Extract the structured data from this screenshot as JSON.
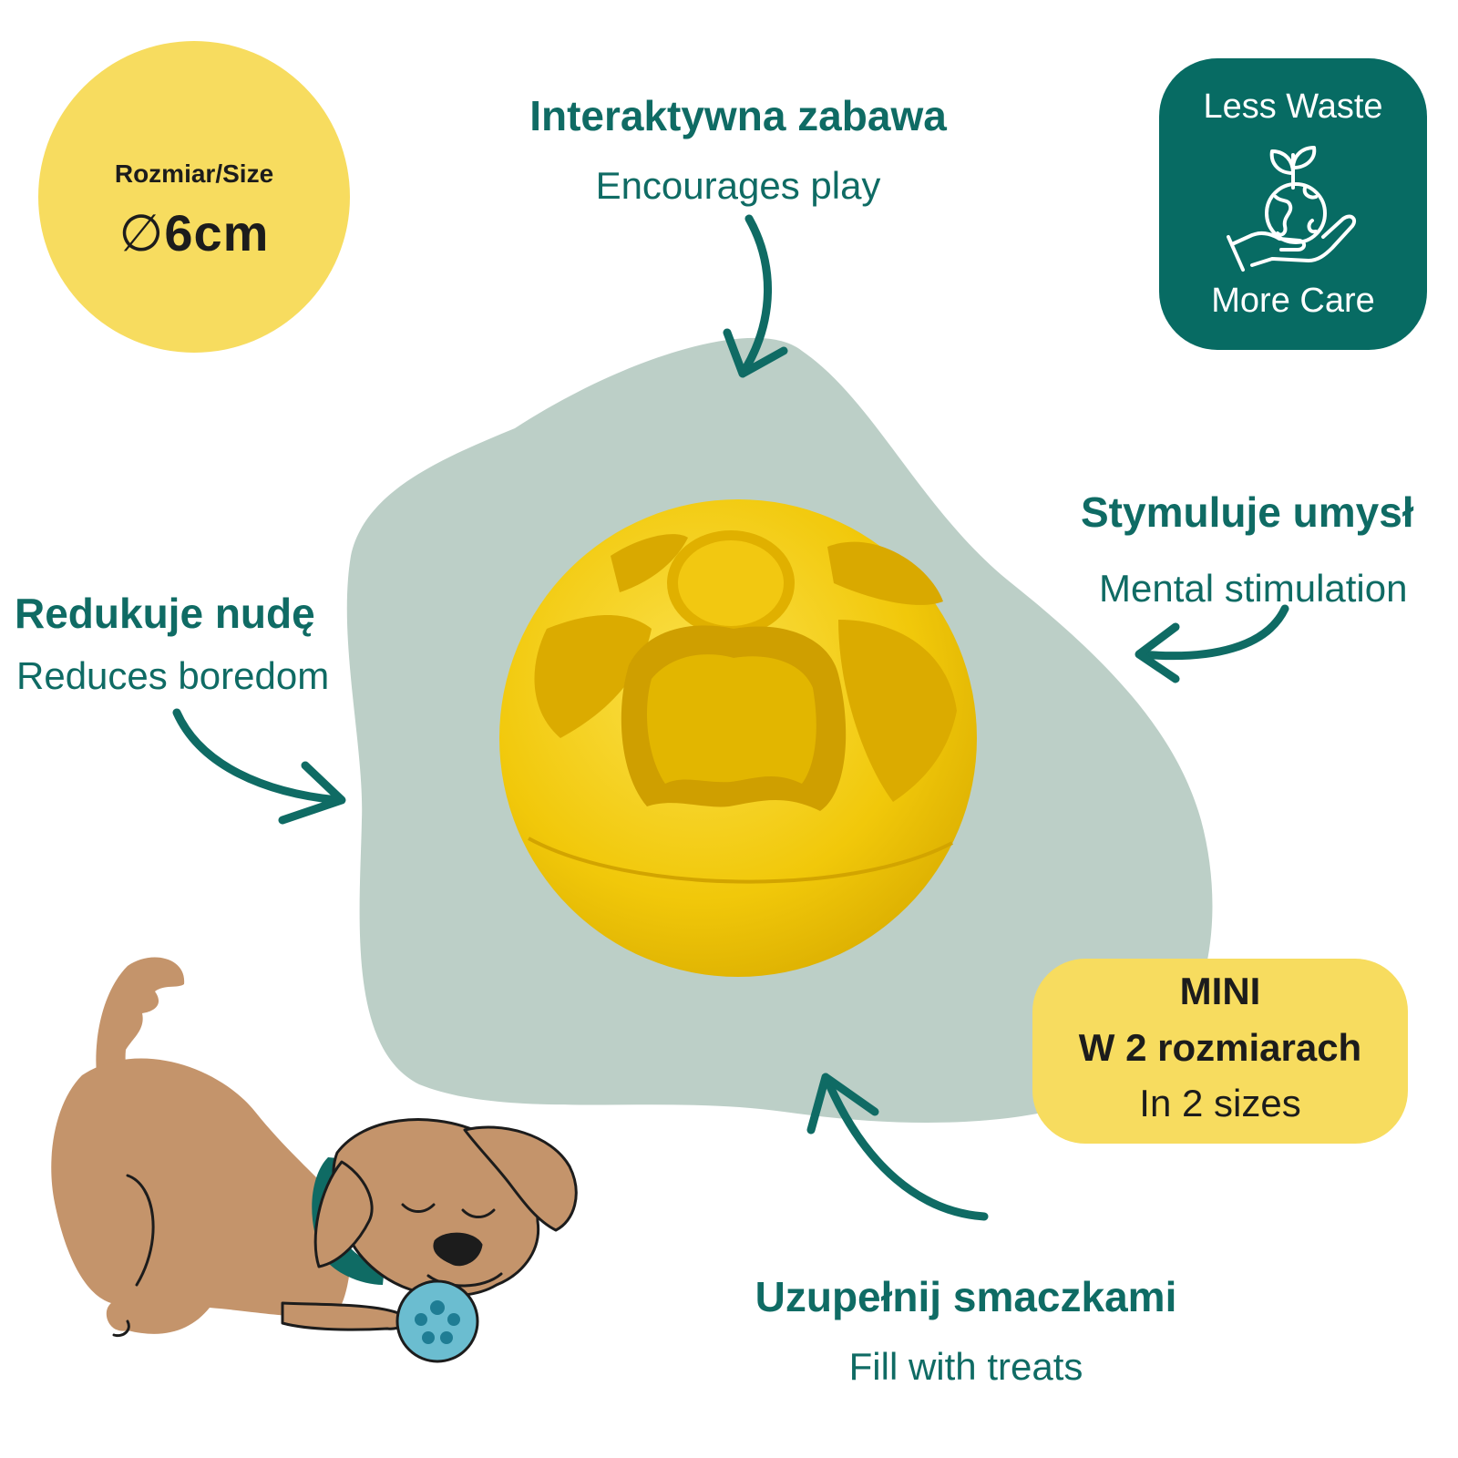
{
  "size_badge": {
    "label": "Rozmiar/Size",
    "diameter_symbol": "∅",
    "value": "6cm",
    "color": "#f7dc5f"
  },
  "eco_badge": {
    "top_text": "Less Waste",
    "bottom_text": "More Care",
    "icon": "plant-globe-hand-icon",
    "color": "#076b63"
  },
  "features": {
    "play": {
      "title": "Interaktywna zabawa",
      "subtitle": "Encourages play"
    },
    "mind": {
      "title": "Stymuluje umysł",
      "subtitle": "Mental stimulation"
    },
    "boredom": {
      "title": "Redukuje nudę",
      "subtitle": "Reduces boredom"
    },
    "treats": {
      "title": "Uzupełnij smaczkami",
      "subtitle": "Fill with treats"
    }
  },
  "mini_badge": {
    "line1": "MINI",
    "line2": "W 2 rozmiarach",
    "line3": "In 2 sizes",
    "color": "#f7dc5f"
  },
  "colors": {
    "accent": "#0f6b64",
    "blob": "#bccfc7",
    "ball": "#f1c80a",
    "dog": "#c4946b",
    "dog_ball": "#6bbdd0"
  },
  "illustrations": [
    "yellow-treat-ball",
    "puppy-with-ball"
  ]
}
